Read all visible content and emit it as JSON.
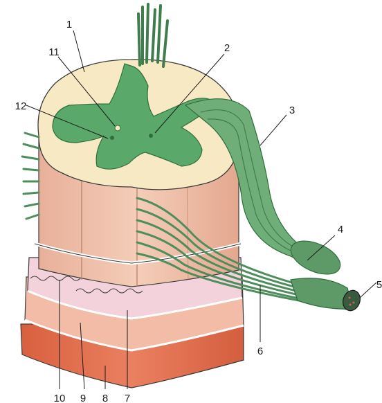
{
  "diagram": {
    "labels": [
      "1",
      "2",
      "3",
      "4",
      "5",
      "6",
      "7",
      "8",
      "9",
      "10",
      "11",
      "12"
    ]
  },
  "colors": {
    "white_matter": "#f6e9c3",
    "grey_matter": "#5aa96a",
    "nerve_root": "#5e9a68",
    "column_tissue": "#efc3ad",
    "pia_mater": "#f3d2dc",
    "arachnoid": "#f0b59f",
    "dura_mater": "#e06f4d",
    "outline": "#3a3a3a"
  }
}
